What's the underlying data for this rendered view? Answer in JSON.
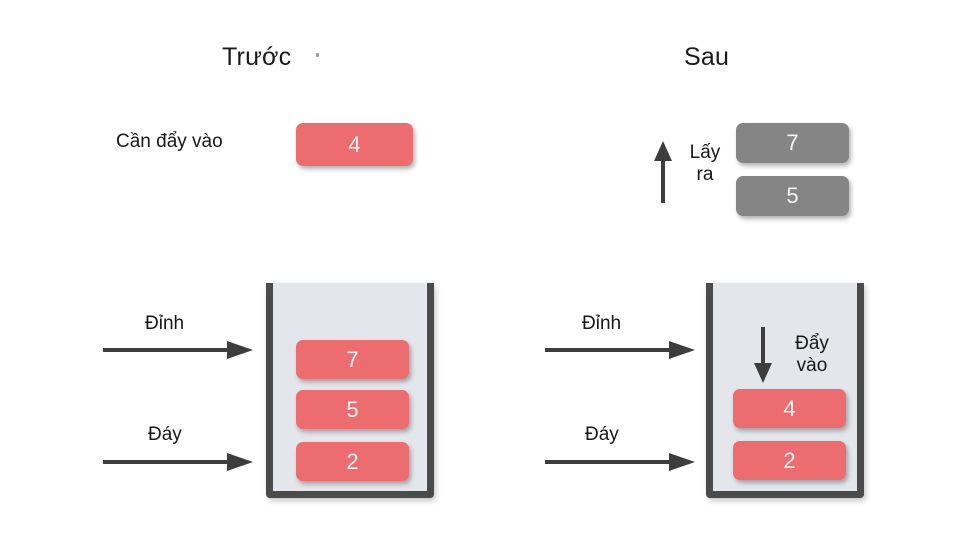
{
  "diagram": {
    "subject": "stack-push-pop",
    "colors": {
      "element_fill": "#ec6c70",
      "popped_fill": "#858585",
      "container_fill": "#e3e6eb",
      "container_border": "#4b4b4b",
      "arrow": "#3d3d3d",
      "value_text": "#f4f4f4",
      "label_text": "#181818",
      "background": "#ffffff"
    }
  },
  "panels": {
    "before": {
      "title": "Trước",
      "pending": {
        "label": "Cần đẩy vào",
        "value": "4"
      },
      "stack": {
        "items": [
          "7",
          "5",
          "2"
        ],
        "top_label": "Đỉnh",
        "bottom_label": "Đáy"
      }
    },
    "after": {
      "title": "Sau",
      "popped": {
        "label_line1": "Lấy",
        "label_line2": "ra",
        "arrow_direction": "up",
        "items": [
          "7",
          "5"
        ]
      },
      "stack": {
        "items": [
          "4",
          "2"
        ],
        "top_label": "Đỉnh",
        "bottom_label": "Đáy",
        "push_label_line1": "Đẩy",
        "push_label_line2": "vào",
        "push_arrow_direction": "down"
      }
    }
  },
  "icons": {
    "arrow_right": "arrow-right-icon",
    "arrow_up": "arrow-up-icon",
    "arrow_down": "arrow-down-icon"
  }
}
